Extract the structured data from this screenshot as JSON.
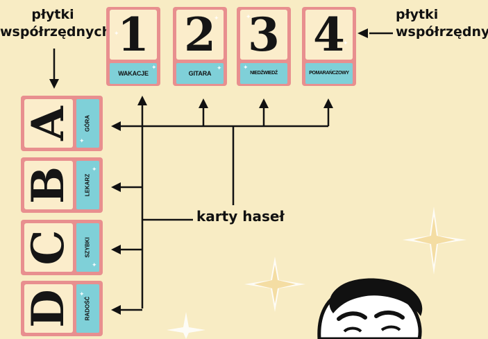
{
  "callouts": {
    "top_left": [
      "płytki",
      "współrzędnych"
    ],
    "top_right": [
      "płytki",
      "współrzędnych"
    ],
    "center": "karty haseł"
  },
  "number_tiles": [
    {
      "glyph": "1",
      "word": "WAKACJE"
    },
    {
      "glyph": "2",
      "word": "GITARA"
    },
    {
      "glyph": "3",
      "word": "NIEDŹWIEDŹ"
    },
    {
      "glyph": "4",
      "word": "POMARAŃCZOWY"
    }
  ],
  "letter_tiles": [
    {
      "glyph": "A",
      "word": "GÓRA"
    },
    {
      "glyph": "B",
      "word": "LEKARZ"
    },
    {
      "glyph": "C",
      "word": "SZYBKI"
    },
    {
      "glyph": "D",
      "word": "RADOŚĆ"
    }
  ],
  "colors": {
    "background": "#f8ecc4",
    "tile_frame": "#e88f8f",
    "tile_face": "#fbedcb",
    "word_card": "#7fd0d8",
    "ink": "#111111"
  }
}
